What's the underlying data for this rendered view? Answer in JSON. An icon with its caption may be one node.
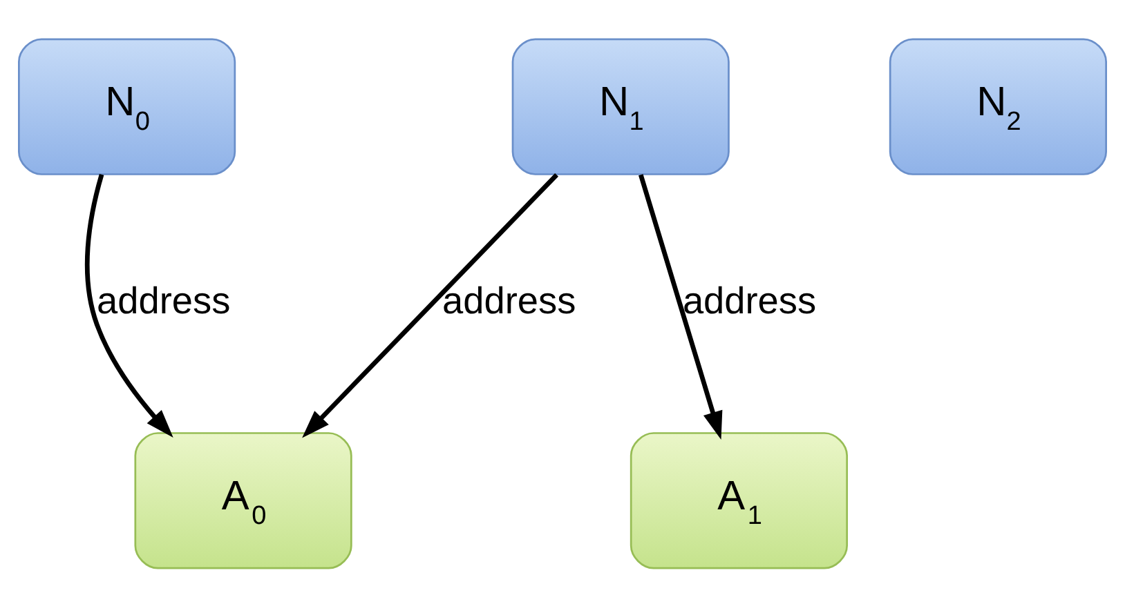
{
  "diagram": {
    "nodes": [
      {
        "text": [
          "N$_{0}$"
        ]
      },
      {
        "text": [
          "N$_{1}$"
        ]
      },
      {
        "text": [
          "N$_{2}$"
        ]
      },
      {
        "text": [
          "A$_{0}$"
        ]
      },
      {
        "text": [
          "A$_{1}$"
        ]
      }
    ],
    "edges": [
      {
        "from": 0,
        "to": 3,
        "arrow": "to",
        "label": "address"
      },
      {
        "from": 1,
        "to": 3,
        "arrow": "to",
        "label": "address"
      },
      {
        "from": 1,
        "to": 4,
        "arrow": "to",
        "label": "address"
      }
    ]
  }
}
